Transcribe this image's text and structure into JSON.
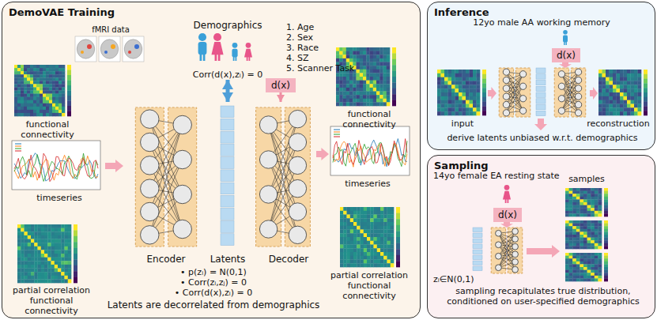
{
  "diagram": {
    "nodes": [
      {
        "text": [
          "DemoVAE Training"
        ]
      },
      {
        "text": [
          "Demographics",
          "Corr(d(x),zᵢ) = 0"
        ],
        "in": 0
      },
      {
        "text": [
          "Encoder"
        ],
        "in": 0
      },
      {
        "text": [
          "Latents"
        ],
        "in": 0
      },
      {
        "text": [
          "d(x)"
        ],
        "in": 0
      },
      {
        "text": [
          "Decoder"
        ],
        "in": 0
      },
      {
        "text": [
          "Inference"
        ]
      },
      {
        "text": [
          "d(x)"
        ],
        "in": 6
      },
      {
        "text": [
          "Sampling"
        ]
      },
      {
        "text": [
          "d(x)"
        ],
        "in": 8
      }
    ],
    "edges": [
      {
        "from": 1,
        "to": 3,
        "arrow": "both"
      },
      {
        "from": 4,
        "to": 5,
        "arrow": "to"
      }
    ],
    "labels": [
      "fMRI data",
      "functional connectivity",
      "timeseries",
      "partial correlation functional connectivity",
      "1. Age",
      "2. Sex",
      "3. Race",
      "4. SZ",
      "5. Scanner Task",
      "functional connectivity",
      "timeseries",
      "partial correlation functional connectivity",
      "• p(zᵢ) = N(0,1)",
      "• Corr(zᵢ,zⱼ) = 0",
      "• Corr(d(x),zᵢ) = 0",
      "Latents are decorrelated from demographics",
      "12yo male AA working memory",
      "input",
      "reconstruction",
      "derive latents unbiased w.r.t. demographics",
      "14yo female EA resting state",
      "samples",
      "zᵢ∈N(0,1)",
      "sampling recapitulates true distribution, conditioned on user-specified demographics"
    ]
  }
}
